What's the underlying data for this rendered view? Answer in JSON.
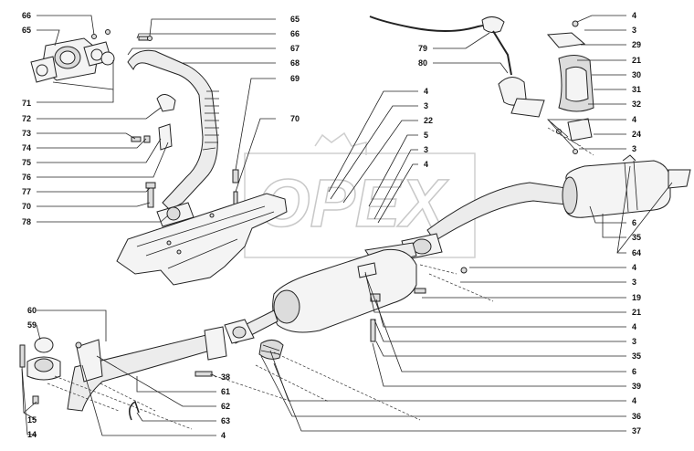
{
  "diagram": {
    "watermark": "OPEX",
    "labels": [
      {
        "id": "l66a",
        "text": "66"
      },
      {
        "id": "l65a",
        "text": "65"
      },
      {
        "id": "l65b",
        "text": "65"
      },
      {
        "id": "l66b",
        "text": "66"
      },
      {
        "id": "l67",
        "text": "67"
      },
      {
        "id": "l68",
        "text": "68"
      },
      {
        "id": "l69",
        "text": "69"
      },
      {
        "id": "l70a",
        "text": "70"
      },
      {
        "id": "l71",
        "text": "71"
      },
      {
        "id": "l72",
        "text": "72"
      },
      {
        "id": "l73",
        "text": "73"
      },
      {
        "id": "l74",
        "text": "74"
      },
      {
        "id": "l75",
        "text": "75"
      },
      {
        "id": "l76",
        "text": "76"
      },
      {
        "id": "l77",
        "text": "77"
      },
      {
        "id": "l70b",
        "text": "70"
      },
      {
        "id": "l78",
        "text": "78"
      },
      {
        "id": "l79",
        "text": "79"
      },
      {
        "id": "l80",
        "text": "80"
      },
      {
        "id": "l4a",
        "text": "4"
      },
      {
        "id": "l3a",
        "text": "3"
      },
      {
        "id": "l29",
        "text": "29"
      },
      {
        "id": "l21a",
        "text": "21"
      },
      {
        "id": "l30",
        "text": "30"
      },
      {
        "id": "l31",
        "text": "31"
      },
      {
        "id": "l32",
        "text": "32"
      },
      {
        "id": "l4b",
        "text": "4"
      },
      {
        "id": "l24",
        "text": "24"
      },
      {
        "id": "l3b",
        "text": "3"
      },
      {
        "id": "l4c",
        "text": "4"
      },
      {
        "id": "l3c",
        "text": "3"
      },
      {
        "id": "l22",
        "text": "22"
      },
      {
        "id": "l5",
        "text": "5"
      },
      {
        "id": "l3d",
        "text": "3"
      },
      {
        "id": "l4d",
        "text": "4"
      },
      {
        "id": "l6a",
        "text": "6"
      },
      {
        "id": "l35a",
        "text": "35"
      },
      {
        "id": "l64",
        "text": "64"
      },
      {
        "id": "l4e",
        "text": "4"
      },
      {
        "id": "l3e",
        "text": "3"
      },
      {
        "id": "l19",
        "text": "19"
      },
      {
        "id": "l21b",
        "text": "21"
      },
      {
        "id": "l4f",
        "text": "4"
      },
      {
        "id": "l3f",
        "text": "3"
      },
      {
        "id": "l35b",
        "text": "35"
      },
      {
        "id": "l6b",
        "text": "6"
      },
      {
        "id": "l39",
        "text": "39"
      },
      {
        "id": "l4g",
        "text": "4"
      },
      {
        "id": "l36",
        "text": "36"
      },
      {
        "id": "l37",
        "text": "37"
      },
      {
        "id": "l60",
        "text": "60"
      },
      {
        "id": "l59",
        "text": "59"
      },
      {
        "id": "l38",
        "text": "38"
      },
      {
        "id": "l61",
        "text": "61"
      },
      {
        "id": "l62",
        "text": "62"
      },
      {
        "id": "l63",
        "text": "63"
      },
      {
        "id": "l4h",
        "text": "4"
      },
      {
        "id": "l15",
        "text": "15"
      },
      {
        "id": "l14",
        "text": "14"
      }
    ]
  }
}
